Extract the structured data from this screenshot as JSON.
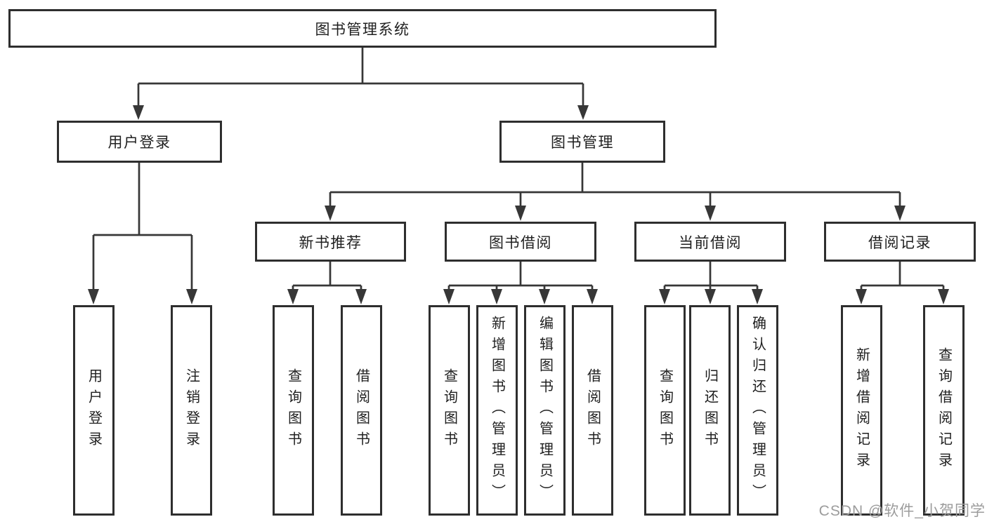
{
  "diagram_type": "functional-structure-tree",
  "colors": {
    "background": "#ffffff",
    "connector_line": "#373737",
    "box_border": "#2e2e2e",
    "node_text": "#1f1f1f",
    "watermark_text": "#9c9c9c"
  },
  "watermark": {
    "text": "CSDN @软件_小贺同学"
  },
  "tree": {
    "label": "图书管理系统",
    "children": [
      {
        "label": "用户登录",
        "children": [
          {
            "label": "用户登录"
          },
          {
            "label": "注销登录"
          }
        ]
      },
      {
        "label": "图书管理",
        "children": [
          {
            "label": "新书推荐",
            "children": [
              {
                "label": "查询图书"
              },
              {
                "label": "借阅图书"
              }
            ]
          },
          {
            "label": "图书借阅",
            "children": [
              {
                "label": "查询图书"
              },
              {
                "label": "新增图书（管理员）"
              },
              {
                "label": "编辑图书（管理员）"
              },
              {
                "label": "借阅图书"
              }
            ]
          },
          {
            "label": "当前借阅",
            "children": [
              {
                "label": "查询图书"
              },
              {
                "label": "归还图书"
              },
              {
                "label": "确认归还（管理员）"
              }
            ]
          },
          {
            "label": "借阅记录",
            "children": [
              {
                "label": "新增借阅记录"
              },
              {
                "label": "查询借阅记录"
              }
            ]
          }
        ]
      }
    ]
  }
}
